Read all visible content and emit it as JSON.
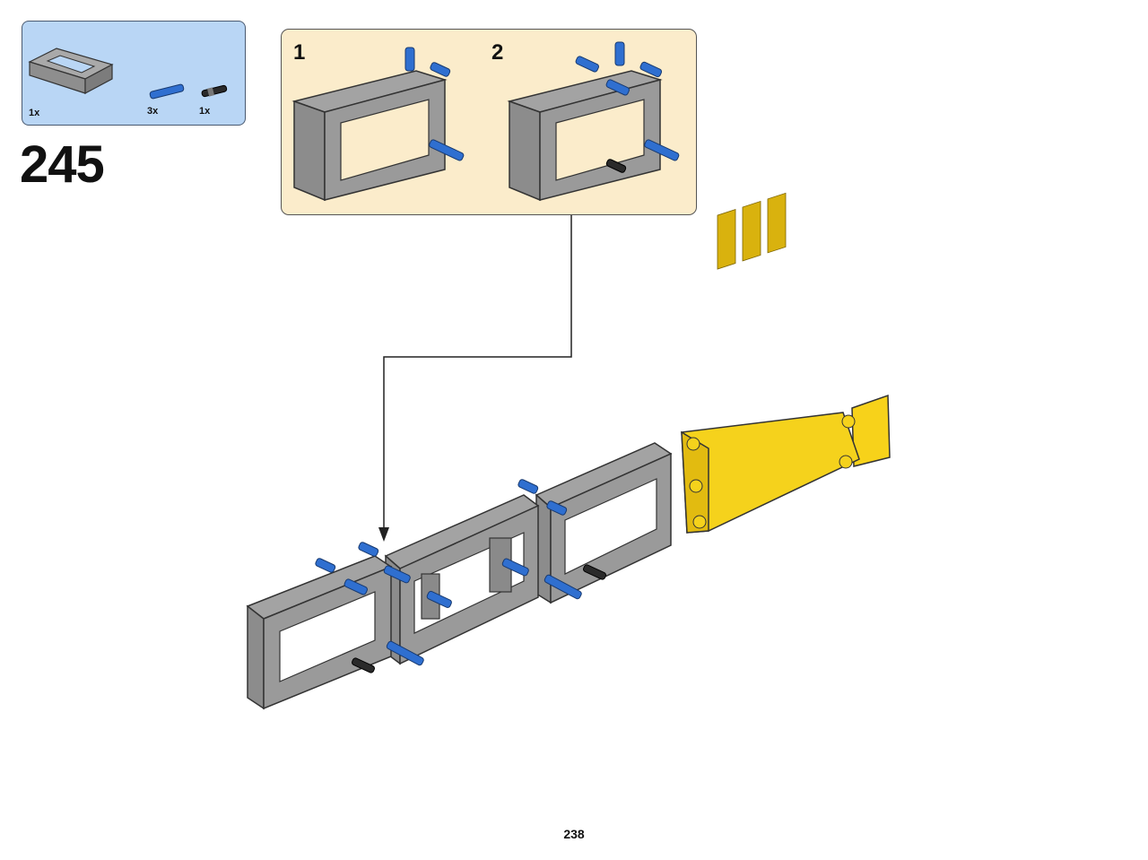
{
  "step": {
    "number": "245"
  },
  "parts_list": [
    {
      "qty": "1x",
      "part": "grey-frame"
    },
    {
      "qty": "3x",
      "part": "blue-axle-pin"
    },
    {
      "qty": "1x",
      "part": "black-friction-pin"
    }
  ],
  "substeps": [
    {
      "label": "1"
    },
    {
      "label": "2"
    }
  ],
  "page": {
    "number": "238"
  },
  "colors": {
    "parts_bg": "#b9d6f5",
    "substep_bg": "#fbeccb",
    "frame_grey": "#9a9a9a",
    "pin_blue": "#2f6fd0",
    "panel_yellow": "#f5d21c"
  }
}
